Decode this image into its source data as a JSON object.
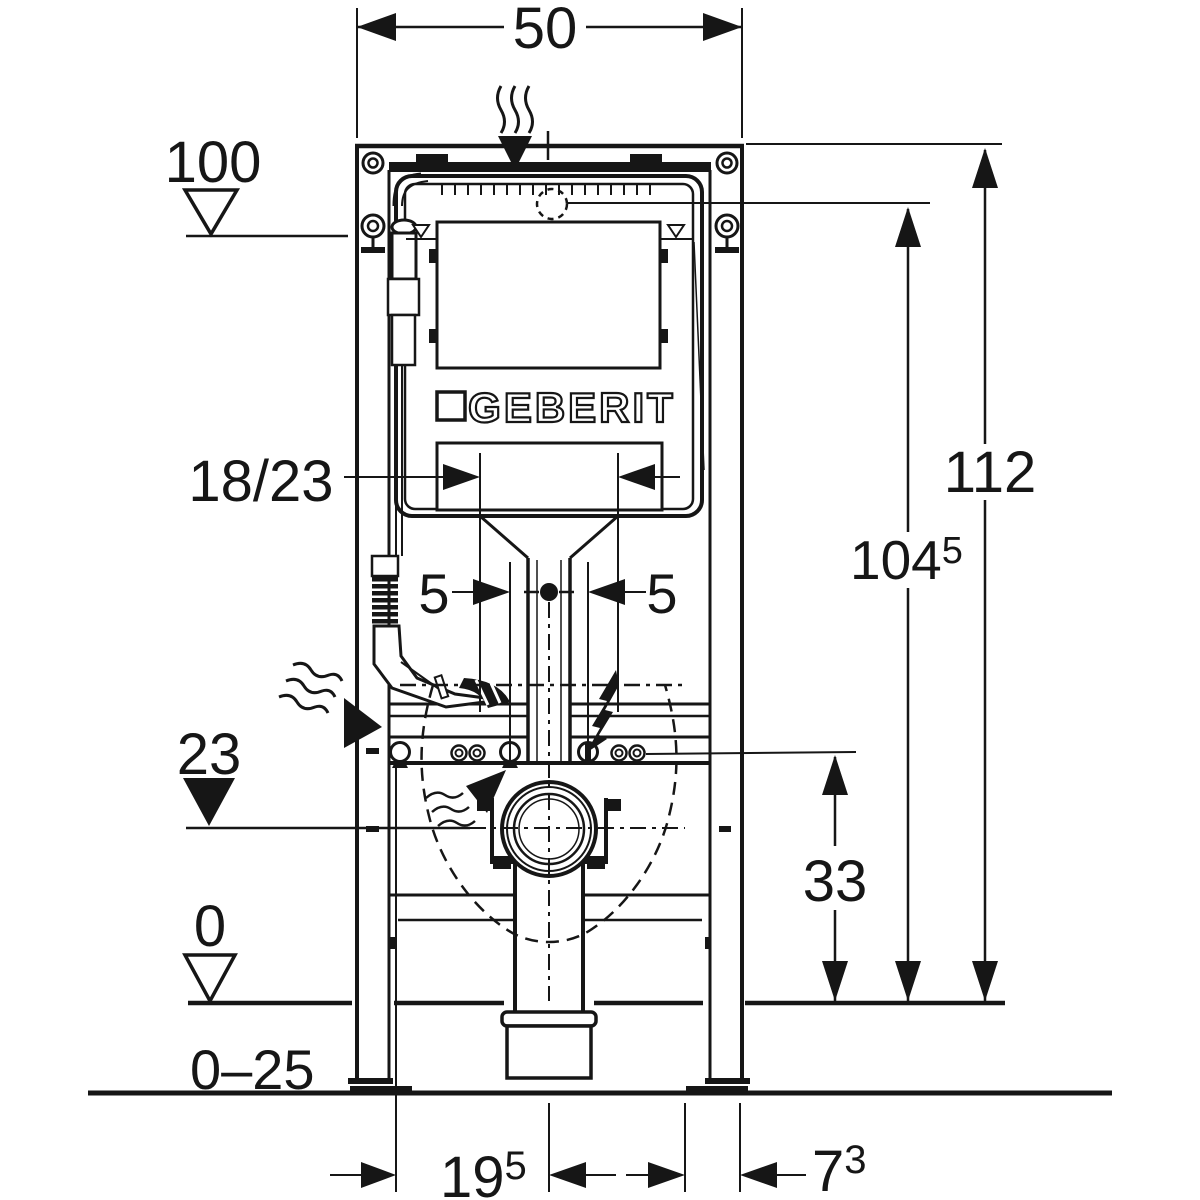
{
  "drawing": {
    "brand": "GEBERIT",
    "ink_color": "#161616",
    "paper_color": "#ffffff",
    "dimensions": {
      "width_top": "50",
      "level_top": "100",
      "height_total": "112",
      "height_actuation": {
        "base": "104",
        "sup": "5"
      },
      "outlet_range": "18/23",
      "offset_left": "5",
      "offset_right": "5",
      "level_outlet": "23",
      "height_connection": "33",
      "level_floor": "0",
      "feet_range": "0–25",
      "dist_center": {
        "base": "19",
        "sup": "5"
      },
      "dist_rear": {
        "base": "7",
        "sup": "3"
      }
    }
  }
}
